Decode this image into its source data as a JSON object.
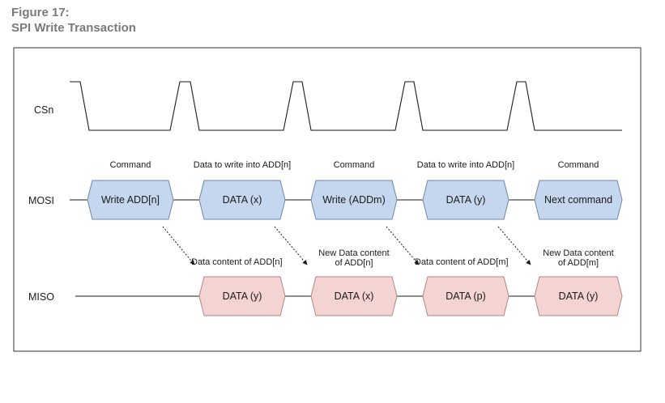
{
  "figure": {
    "number_label": "Figure 17:",
    "title": "SPI Write Transaction"
  },
  "signals": {
    "csn": "CSn",
    "mosi": "MOSI",
    "miso": "MISO"
  },
  "mosi_segments": [
    {
      "header": "Command",
      "label": "Write ADD[n]"
    },
    {
      "header": "Data to write into ADD[n]",
      "label": "DATA (x)"
    },
    {
      "header": "Command",
      "label": "Write (ADDm)"
    },
    {
      "header": "Data to write into ADD[n]",
      "label": "DATA (y)"
    },
    {
      "header": "Command",
      "label": "Next command"
    }
  ],
  "miso_segments": [
    {
      "caption": [
        "Data content of ADD[n]"
      ],
      "label": "DATA (y)"
    },
    {
      "caption": [
        "New Data content",
        "of ADD[n]"
      ],
      "label": "DATA (x)"
    },
    {
      "caption": [
        "Data content of ADD[m]"
      ],
      "label": "DATA (p)"
    },
    {
      "caption": [
        "New Data content",
        "of ADD[m]"
      ],
      "label": "DATA (y)"
    }
  ],
  "colors": {
    "mosi_fill": "#c5d7ef",
    "mosi_stroke": "#6d86ad",
    "miso_fill": "#f4d4d2",
    "miso_stroke": "#b38680",
    "line": "#1a1a1a",
    "heading": "#7a7a7a"
  }
}
